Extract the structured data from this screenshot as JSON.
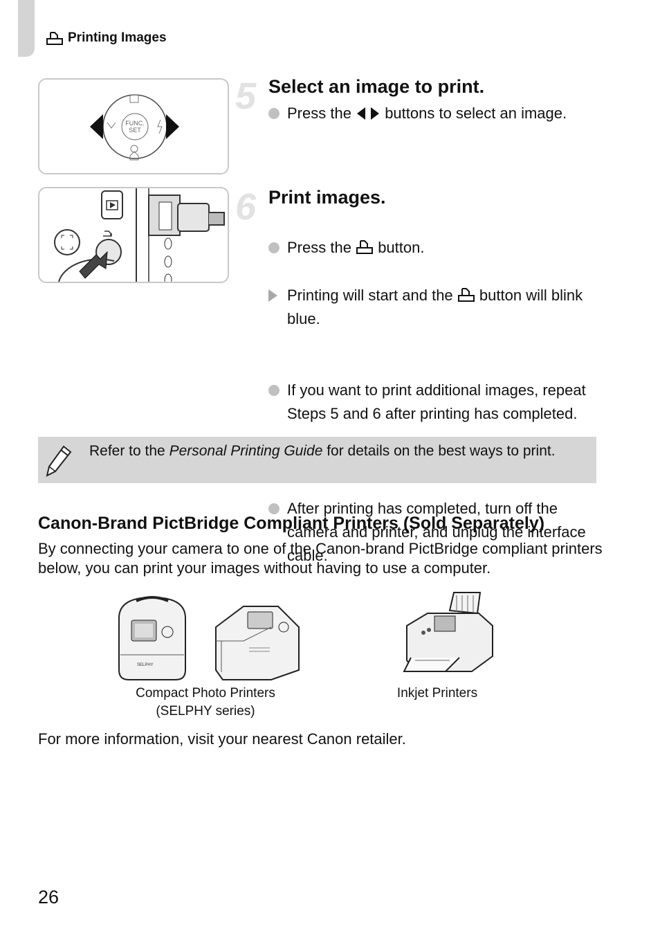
{
  "header": {
    "title": "Printing Images"
  },
  "step5": {
    "number": "5",
    "title": "Select an image to print.",
    "bullets": {
      "b1_pre": "Press the",
      "b1_post": "buttons to select an image."
    }
  },
  "step6": {
    "number": "6",
    "title": "Print images.",
    "bullets": {
      "b1_pre": "Press the",
      "b1_post": "button.",
      "b2_pre": "Printing will start and the",
      "b2_post": "button will blink blue.",
      "b3": "If you want to print additional images, repeat Steps 5 and 6 after printing has completed.",
      "b4": "After printing has completed, turn off the camera and printer, and unplug the interface cable."
    }
  },
  "note": {
    "pre": "Refer to the",
    "italic": "Personal Printing Guide",
    "post": "for details on the best ways to print."
  },
  "section": {
    "title": "Canon-Brand PictBridge Compliant Printers (Sold Separately)",
    "body": "By connecting your camera to one of the Canon-brand PictBridge compliant printers below, you can print your images without having to use a computer."
  },
  "printers": {
    "compact_line1": "Compact Photo Printers",
    "compact_line2": "(SELPHY series)",
    "inkjet": "Inkjet Printers",
    "selphy_label": "SELPHY",
    "dial_label_1": "FUNC.",
    "dial_label_2": "SET"
  },
  "footer": "For more information, visit your nearest Canon retailer.",
  "page_number": "26"
}
